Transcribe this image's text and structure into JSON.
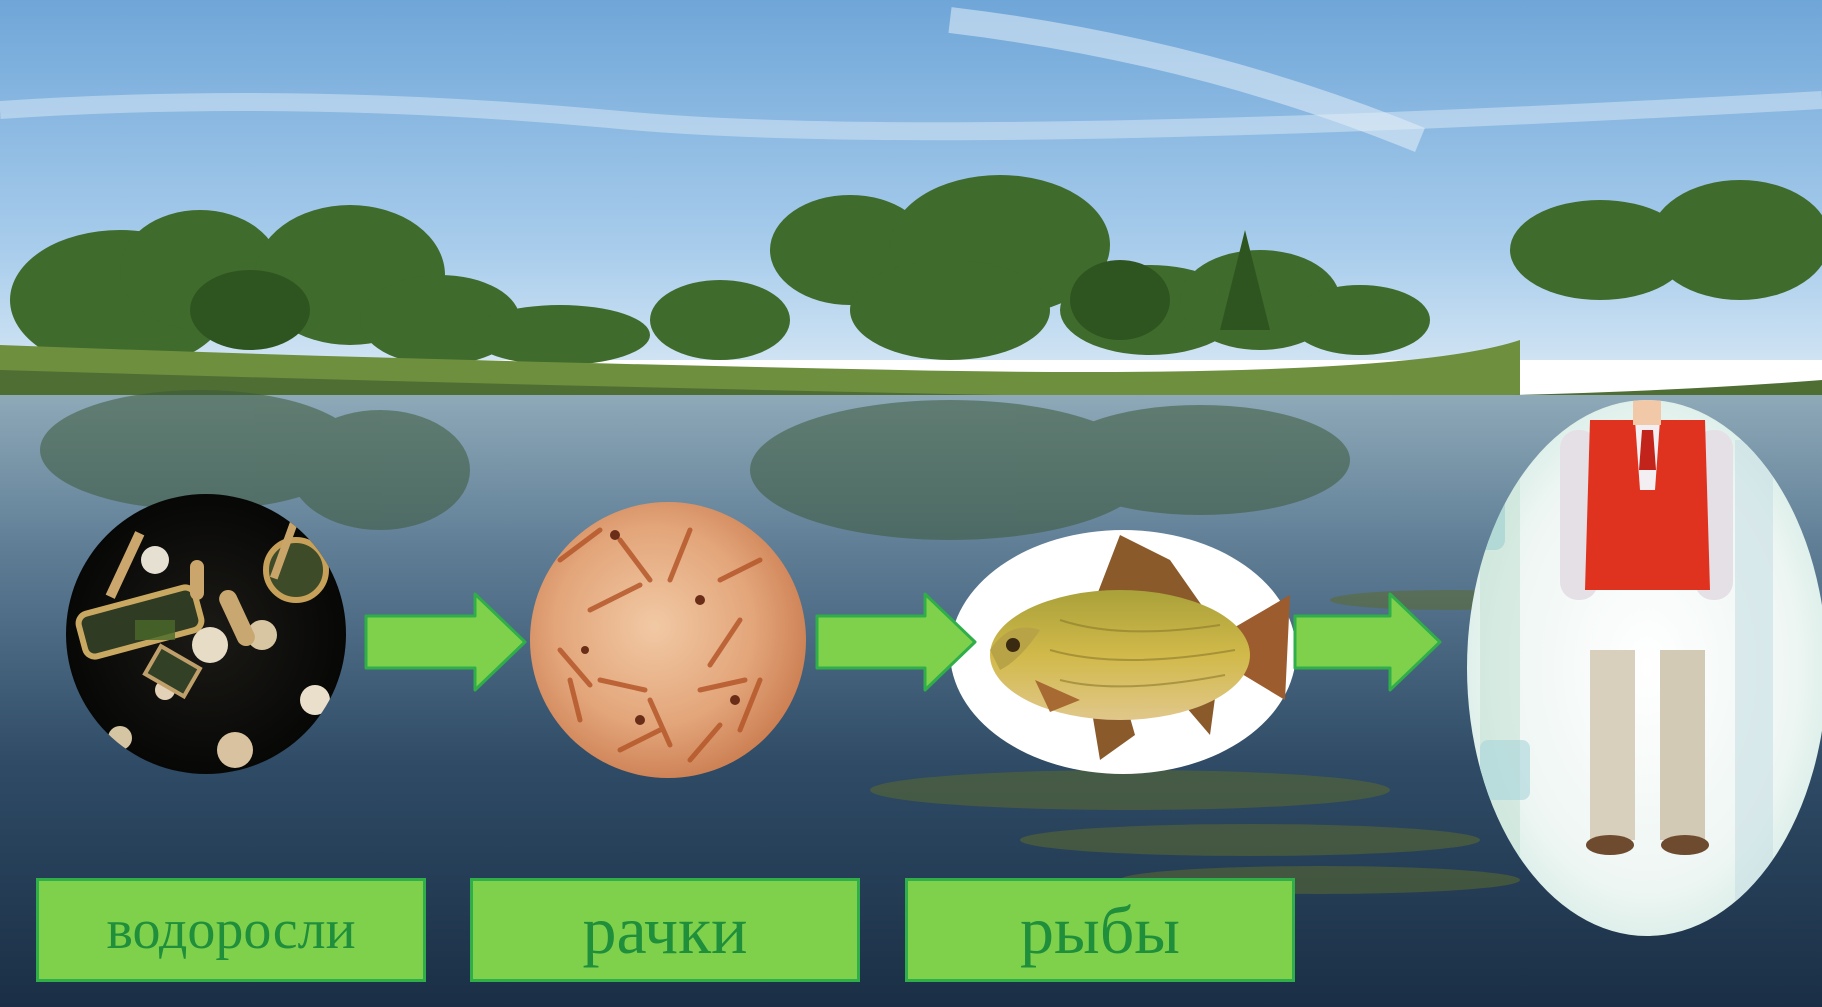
{
  "colors": {
    "sky": "#8fbbe3",
    "water": "#2f4b66",
    "arrow_fill": "#7fd14c",
    "arrow_stroke": "#2fae4a",
    "label_text": "#1f8f3c"
  },
  "food_chain": {
    "nodes": [
      {
        "id": "algae",
        "icon": "algae-microscope-icon",
        "label": "водоросли"
      },
      {
        "id": "crustaceans",
        "icon": "crustaceans-icon",
        "label": "рачки"
      },
      {
        "id": "fish",
        "icon": "crucian-carp-icon",
        "label": "рыбы"
      },
      {
        "id": "human",
        "icon": "boy-icon"
      }
    ],
    "arrows": [
      {
        "from": "algae",
        "to": "crustaceans"
      },
      {
        "from": "crustaceans",
        "to": "fish"
      },
      {
        "from": "fish",
        "to": "human"
      }
    ]
  }
}
